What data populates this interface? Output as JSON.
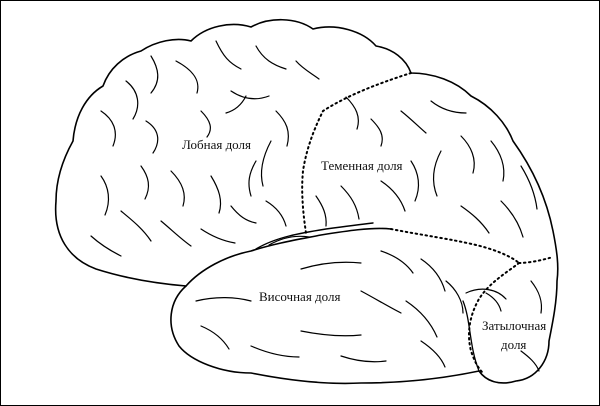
{
  "diagram": {
    "labels": {
      "frontal": "Лобная доля",
      "parietal": "Теменная доля",
      "temporal": "Височная доля",
      "occipital_line1": "Затылочная",
      "occipital_line2": "доля"
    },
    "colors": {
      "outline": "#000000",
      "background": "#ffffff",
      "text": "#111111"
    }
  }
}
